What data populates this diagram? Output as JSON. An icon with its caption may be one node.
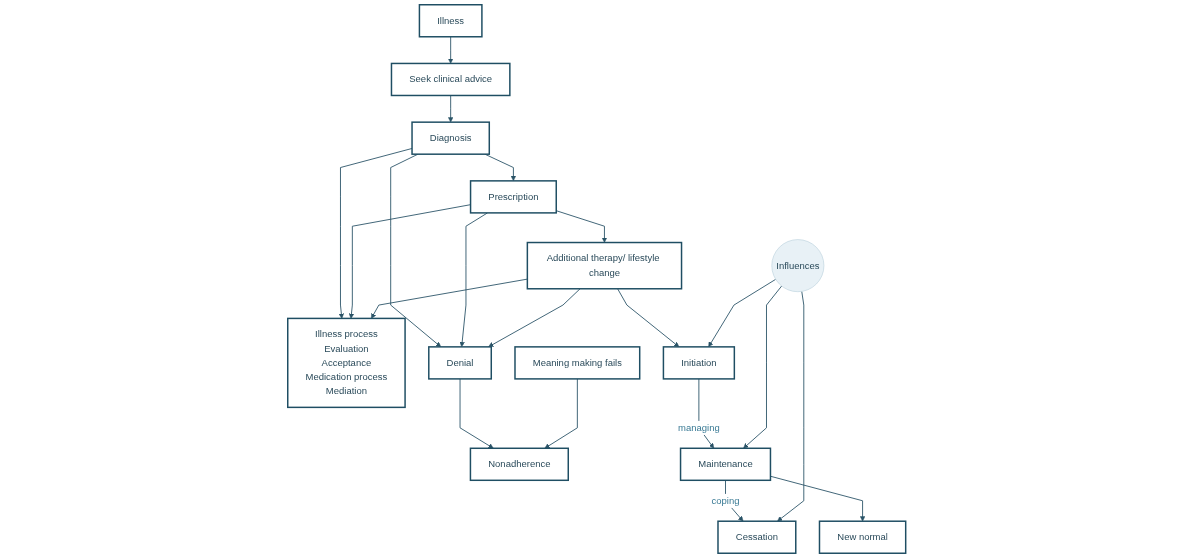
{
  "diagram": {
    "nodes": [
      {
        "text": [
          "Illness process",
          "Evaluation",
          "Acceptance",
          "Medication process",
          "Mediation"
        ]
      },
      {
        "text": [
          "Illness"
        ]
      },
      {
        "text": [
          "Seek clinical advice"
        ]
      },
      {
        "text": [
          "Diagnosis"
        ]
      },
      {
        "text": [
          "Denial"
        ]
      },
      {
        "text": [
          "Nonadherence"
        ]
      },
      {
        "text": [
          "Prescription"
        ]
      },
      {
        "text": [
          "Additional therapy/ lifestyle change"
        ]
      },
      {
        "text": [
          "Initiation"
        ]
      },
      {
        "text": [
          "New normal"
        ]
      },
      {
        "text": [
          "Maintenance"
        ]
      },
      {
        "text": [
          "Influences"
        ]
      },
      {
        "text": [
          "Cessation"
        ]
      },
      {
        "text": [
          "Meaning making fails"
        ]
      }
    ],
    "edges": [
      {
        "from": 1,
        "to": 2,
        "arrow": "to"
      },
      {
        "from": 2,
        "to": 3,
        "arrow": "to"
      },
      {
        "from": 3,
        "to": 6,
        "arrow": "to"
      },
      {
        "from": 6,
        "to": 7,
        "arrow": "to"
      },
      {
        "from": 3,
        "to": 4,
        "arrow": "to"
      },
      {
        "from": 4,
        "to": 5,
        "arrow": "to"
      },
      {
        "from": 3,
        "to": 0,
        "arrow": "to"
      },
      {
        "from": 6,
        "to": 0,
        "arrow": "to"
      },
      {
        "from": 7,
        "to": 0,
        "arrow": "to"
      },
      {
        "from": 6,
        "to": 4,
        "arrow": "to"
      },
      {
        "from": 7,
        "to": 4,
        "arrow": "to"
      },
      {
        "from": 7,
        "to": 8,
        "arrow": "to"
      },
      {
        "from": 8,
        "to": 10,
        "label": "managing",
        "arrow": "to"
      },
      {
        "from": 10,
        "to": 12,
        "label": "coping",
        "arrow": "to"
      },
      {
        "from": 10,
        "to": 9,
        "arrow": "to"
      },
      {
        "from": 11,
        "to": 8,
        "arrow": "to"
      },
      {
        "from": 11,
        "to": 10,
        "arrow": "to"
      },
      {
        "from": 11,
        "to": 12,
        "arrow": "to"
      },
      {
        "from": 13,
        "to": 5,
        "arrow": "to"
      }
    ]
  }
}
